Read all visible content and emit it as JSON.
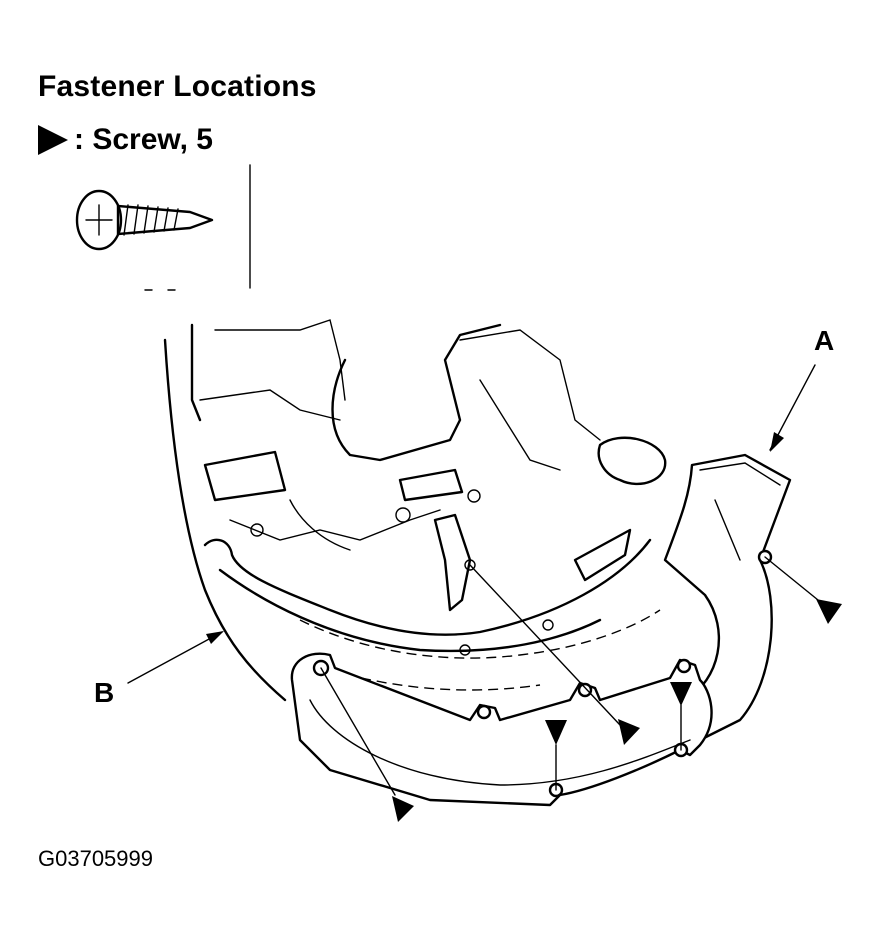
{
  "title": "Fastener Locations",
  "legend": {
    "symbol_icon": "filled-triangle-pointer",
    "text": ": Screw, 5"
  },
  "labels": {
    "a": "A",
    "b": "B"
  },
  "figure_code": "G03705999"
}
